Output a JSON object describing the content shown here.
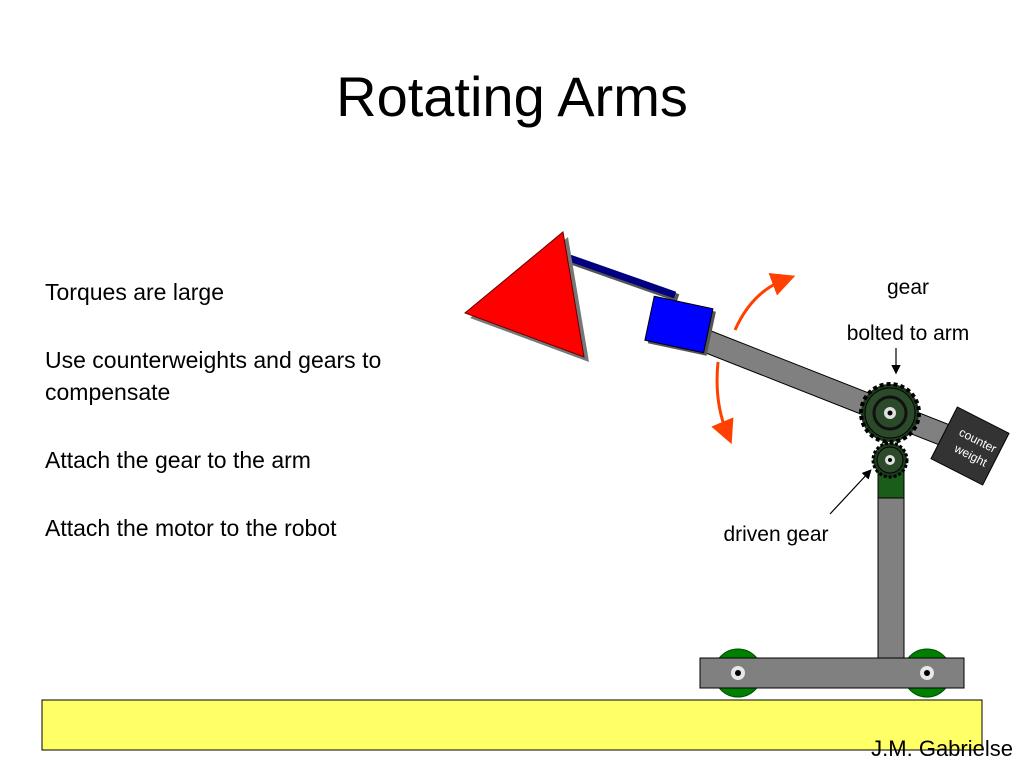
{
  "slide": {
    "title": "Rotating Arms",
    "bullets": [
      "Torques are large",
      "Use counterweights and gears to compensate",
      "Attach the gear to the arm",
      "Attach the motor to the robot"
    ],
    "author": "J.M. Gabrielse"
  },
  "diagram": {
    "labels": {
      "gear": "gear",
      "bolted": "bolted to arm",
      "driven": "driven gear",
      "counter_line1": "counter",
      "counter_line2": "weight"
    },
    "colors": {
      "triangle": "#ff0000",
      "motor_block": "#0000ff",
      "arm": "#808080",
      "rotation_arrows": "#ff4000",
      "wheels": "#008000",
      "ground": "#ffff66",
      "counterweight": "#333333"
    }
  }
}
